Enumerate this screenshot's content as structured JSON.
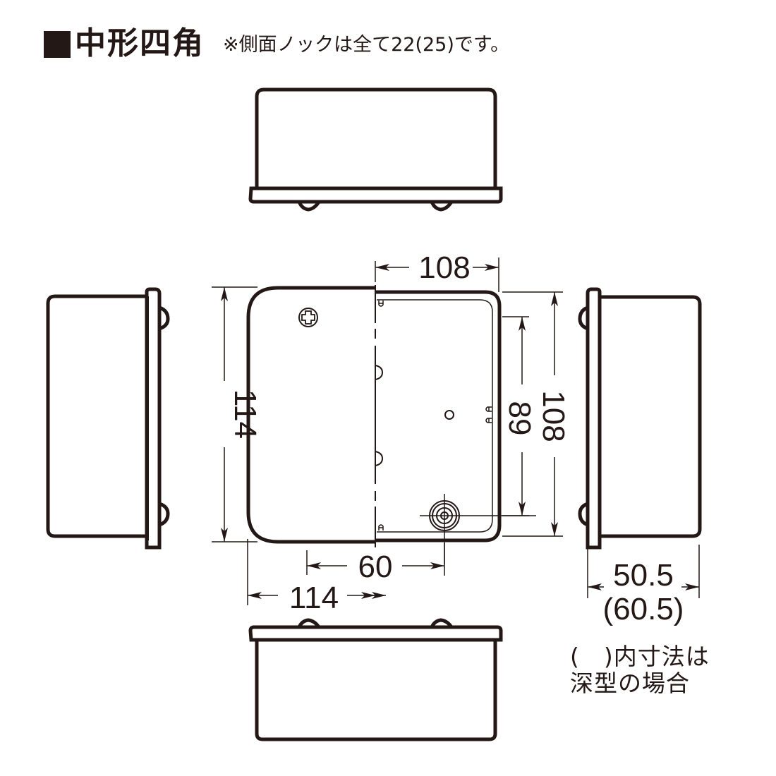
{
  "header": {
    "title": "中形四角",
    "note": "※側面ノックは全て22(25)です。"
  },
  "dimensions": {
    "top_width": "108",
    "left_height": "114",
    "right_inner": "89",
    "right_outer": "108",
    "bottom_inner": "60",
    "bottom_outer": "114",
    "depth": "50.5",
    "depth_deep": "(60.5)"
  },
  "legend": {
    "line1": "(　)内寸法は",
    "line2": "深型の場合"
  },
  "colors": {
    "ink": "#231815",
    "background": "#ffffff"
  },
  "views": [
    "top-view",
    "left-side-view",
    "front-view",
    "right-side-view",
    "bottom-view"
  ]
}
